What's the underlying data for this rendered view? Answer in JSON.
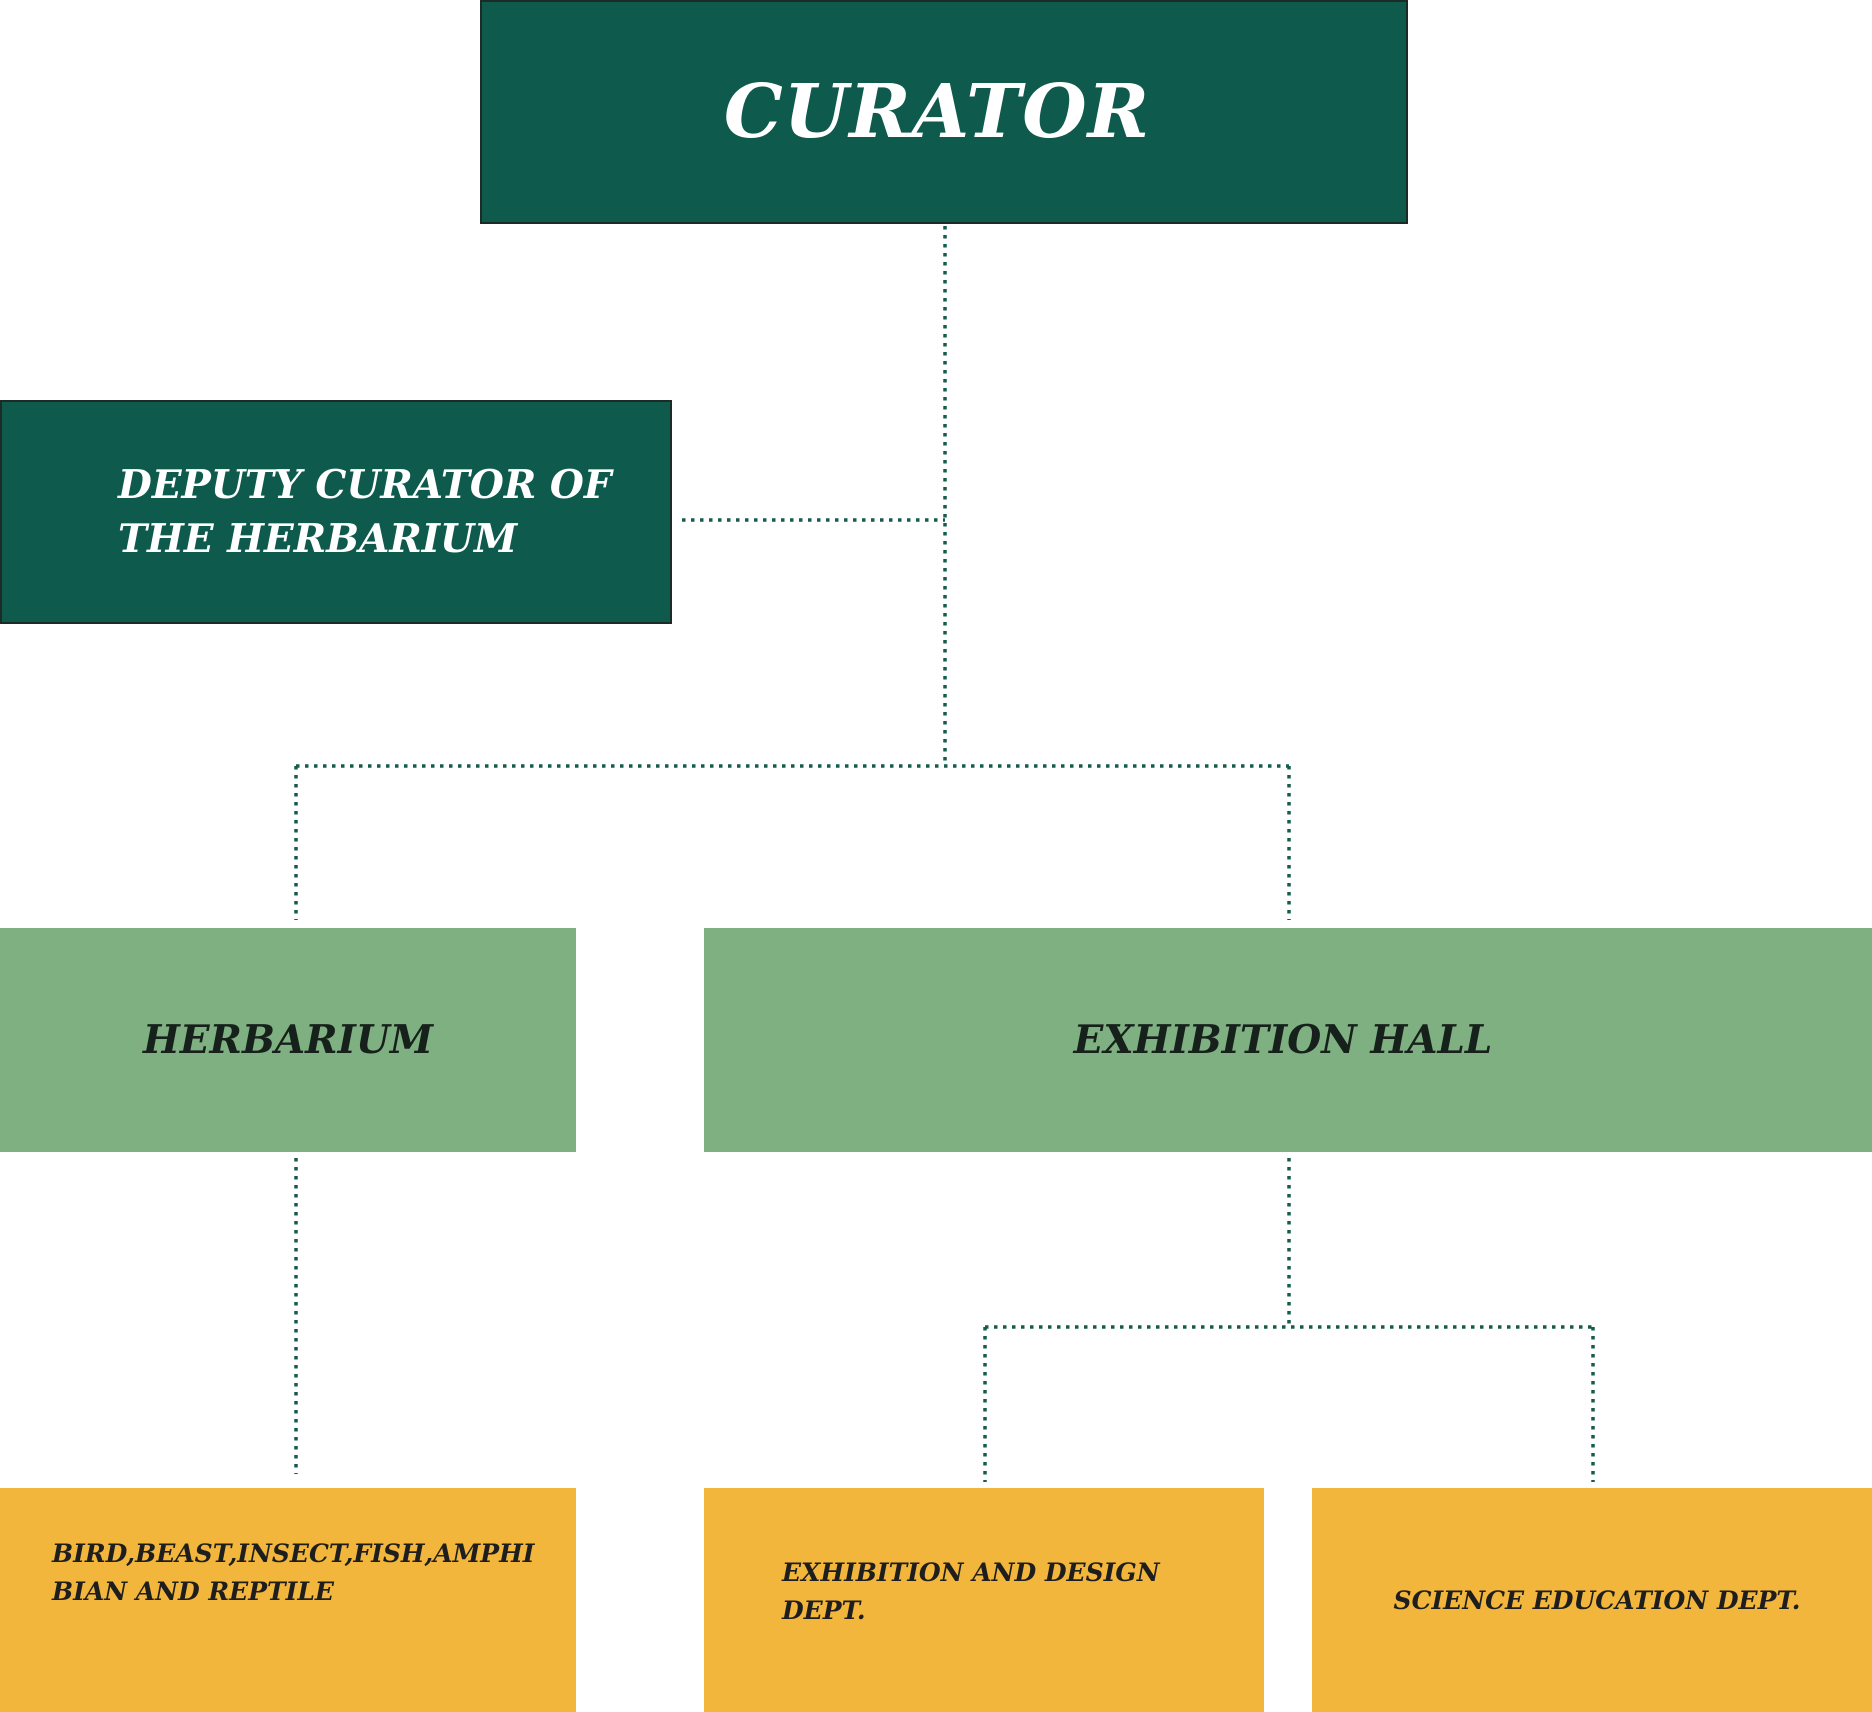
{
  "diagram": {
    "curator": {
      "label": "CURATOR"
    },
    "deputy": {
      "label": "DEPUTY CURATOR OF THE HERBARIUM"
    },
    "herbarium": {
      "label": "HERBARIUM"
    },
    "exhibition_hall": {
      "label": "EXHIBITION HALL"
    },
    "herbarium_units": [
      {
        "label": "BIRD,BEAST,INSECT,FISH,AMPHIBIAN AND REPTILE"
      }
    ],
    "exhibition_units": [
      {
        "label": "EXHIBITION AND DESIGN DEPT."
      },
      {
        "label": "SCIENCE EDUCATION DEPT."
      }
    ]
  },
  "colors": {
    "top_box": "#0e5a4c",
    "second_level_box": "#7fb082",
    "third_level_box": "#f1b63b",
    "connector": "#155c4c"
  }
}
